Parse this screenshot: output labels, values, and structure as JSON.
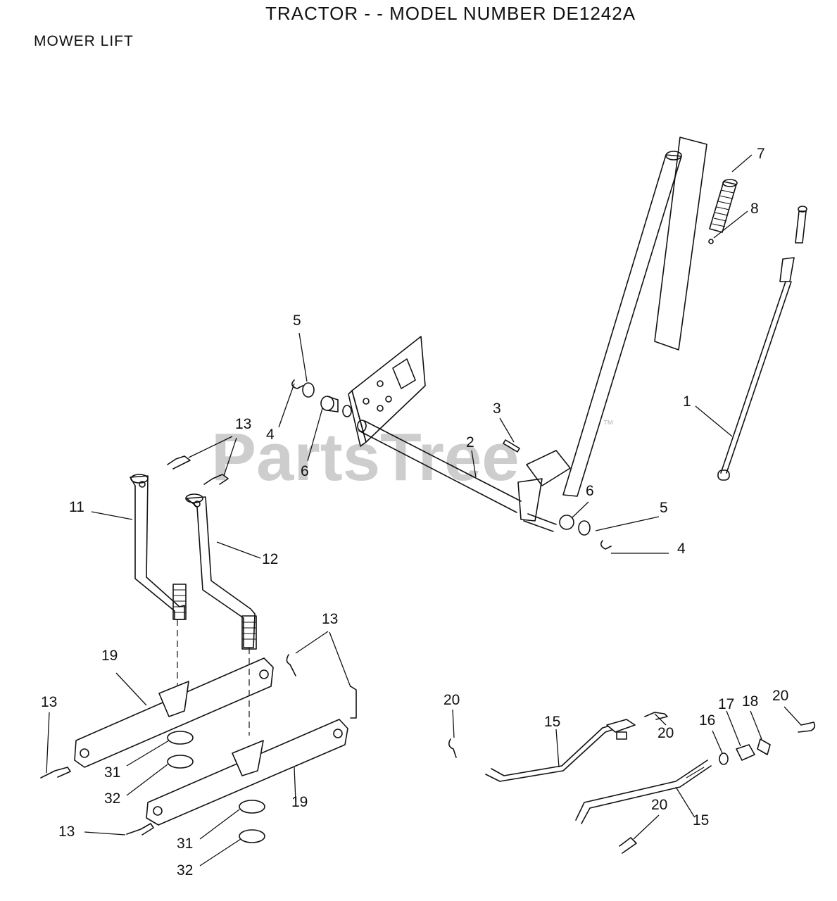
{
  "header": {
    "title": "TRACTOR - - MODEL NUMBER DE1242A",
    "section": "MOWER LIFT"
  },
  "watermark": {
    "text": "PartsTree",
    "trademark": "™"
  },
  "callouts": [
    {
      "id": "c1",
      "label": "1"
    },
    {
      "id": "c2",
      "label": "2"
    },
    {
      "id": "c3",
      "label": "3"
    },
    {
      "id": "c4a",
      "label": "4"
    },
    {
      "id": "c4b",
      "label": "4"
    },
    {
      "id": "c5a",
      "label": "5"
    },
    {
      "id": "c5b",
      "label": "5"
    },
    {
      "id": "c6a",
      "label": "6"
    },
    {
      "id": "c6b",
      "label": "6"
    },
    {
      "id": "c7",
      "label": "7"
    },
    {
      "id": "c8",
      "label": "8"
    },
    {
      "id": "c11",
      "label": "11"
    },
    {
      "id": "c12",
      "label": "12"
    },
    {
      "id": "c13a",
      "label": "13"
    },
    {
      "id": "c13b",
      "label": "13"
    },
    {
      "id": "c13c",
      "label": "13"
    },
    {
      "id": "c13d",
      "label": "13"
    },
    {
      "id": "c15a",
      "label": "15"
    },
    {
      "id": "c15b",
      "label": "15"
    },
    {
      "id": "c16",
      "label": "16"
    },
    {
      "id": "c17",
      "label": "17"
    },
    {
      "id": "c18",
      "label": "18"
    },
    {
      "id": "c19a",
      "label": "19"
    },
    {
      "id": "c19b",
      "label": "19"
    },
    {
      "id": "c20a",
      "label": "20"
    },
    {
      "id": "c20b",
      "label": "20"
    },
    {
      "id": "c20c",
      "label": "20"
    },
    {
      "id": "c20d",
      "label": "20"
    },
    {
      "id": "c31a",
      "label": "31"
    },
    {
      "id": "c31b",
      "label": "31"
    },
    {
      "id": "c32a",
      "label": "32"
    },
    {
      "id": "c32b",
      "label": "32"
    }
  ]
}
